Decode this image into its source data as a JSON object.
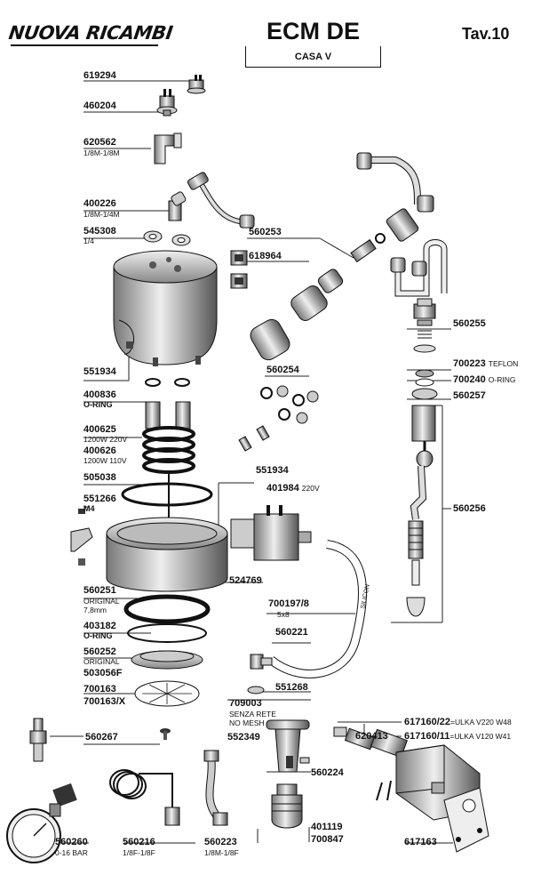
{
  "header": {
    "brand": "NUOVA RICAMBI",
    "model": "ECM DE",
    "table": "Tav.10",
    "subtitle": "CASA V"
  },
  "parts": {
    "p619294": "619294",
    "p460204": "460204",
    "p620562": "620562",
    "p620562_sub": "1/8M-1/8M",
    "p400226": "400226",
    "p400226_sub": "1/8M-1/4M",
    "p545308": "545308",
    "p545308_sub": "1/4",
    "p560253": "560253",
    "p618964": "618964",
    "p551934a": "551934",
    "p560254": "560254",
    "p560255": "560255",
    "p700223": "700223",
    "p700223_sub": "TEFLON",
    "p700240": "700240",
    "p700240_sub": "O-RING",
    "p560257": "560257",
    "p400836": "400836",
    "p400836_sub": "O-RING",
    "p400625": "400625",
    "p400625_sub": "1200W 220V",
    "p400626": "400626",
    "p400626_sub": "1200W 110V",
    "p505038": "505038",
    "p551266": "551266",
    "p551266_sub": "M4",
    "p551934b": "551934",
    "p401984": "401984",
    "p401984_sub": "220V",
    "p560256": "560256",
    "p524769": "524769",
    "p560251": "560251",
    "p560251_sub1": "ORIGINAL",
    "p560251_sub2": "7,8mm",
    "p700197": "700197/8",
    "p700197_sub": "5x8",
    "p403182": "403182",
    "p403182_sub": "O-RING",
    "p560221": "560221",
    "p560252": "560252",
    "p560252_sub": "ORIGINAL",
    "p503056": "503056F",
    "p700163": "700163",
    "p700163x": "700163/X",
    "p551268": "551268",
    "p709003": "709003",
    "p709003_sub1": "SENZA RETE",
    "p709003_sub2": "NO MESH",
    "p617160_22": "617160/22",
    "p617160_22_sub": "=ULKA V220 W48",
    "p617160_11": "617160/11",
    "p617160_11_sub": "=ULKA V120 W41",
    "p620413": "620413",
    "p560267": "560267",
    "p552349": "552349",
    "p560224": "560224",
    "p401119": "401119",
    "p700847": "700847",
    "p560260": "560260",
    "p560260_sub": "0-16 BAR",
    "p560216": "560216",
    "p560216_sub": "1/8F-1/8F",
    "p560223": "560223",
    "p560223_sub": "1/8M-1/8F",
    "p617163": "617163",
    "tube_text": "SILICON"
  }
}
